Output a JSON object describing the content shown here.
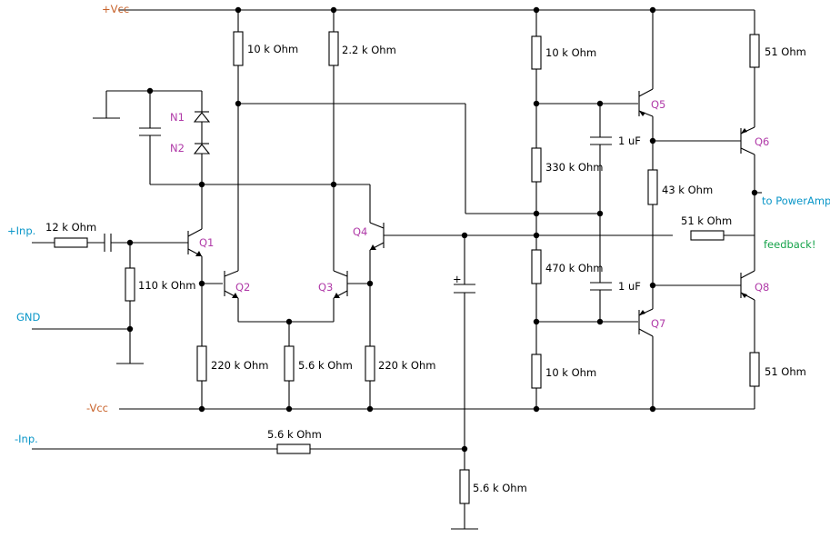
{
  "rails": {
    "vcc_pos": "+Vcc",
    "vcc_neg": "-Vcc"
  },
  "ports": {
    "inp_pos": "+Inp.",
    "inp_neg": "-Inp.",
    "gnd": "GND",
    "to_poweramp": "to PowerAmp",
    "feedback": "feedback!"
  },
  "transistors": {
    "q1": "Q1",
    "q2": "Q2",
    "q3": "Q3",
    "q4": "Q4",
    "q5": "Q5",
    "q6": "Q6",
    "q7": "Q7",
    "q8": "Q8"
  },
  "diodes": {
    "n1": "N1",
    "n2": "N2"
  },
  "resistors": {
    "r_in": "12  k Ohm",
    "r_bias": "110 k Ohm",
    "r_q2_col": "10 k Ohm",
    "r_q3_col": "2.2 k Ohm",
    "r_q1_em": "220 k Ohm",
    "r_tail": "5.6 k Ohm",
    "r_q4_em": "220 k Ohm",
    "r_top": "10 k Ohm",
    "r_330": "330 k Ohm",
    "r_470": "470 k Ohm",
    "r_bot": "10 k Ohm",
    "r_43": "43 k Ohm",
    "r_51_top": "51  Ohm",
    "r_51_bot": "51  Ohm",
    "r_fb": "51 k Ohm",
    "r_ninp": "5.6 k Ohm",
    "r_gnd": "5.6 k Ohm"
  },
  "capacitors": {
    "c_top": "1 uF",
    "c_bot": "1 uF",
    "c_elec_plus": "+"
  }
}
